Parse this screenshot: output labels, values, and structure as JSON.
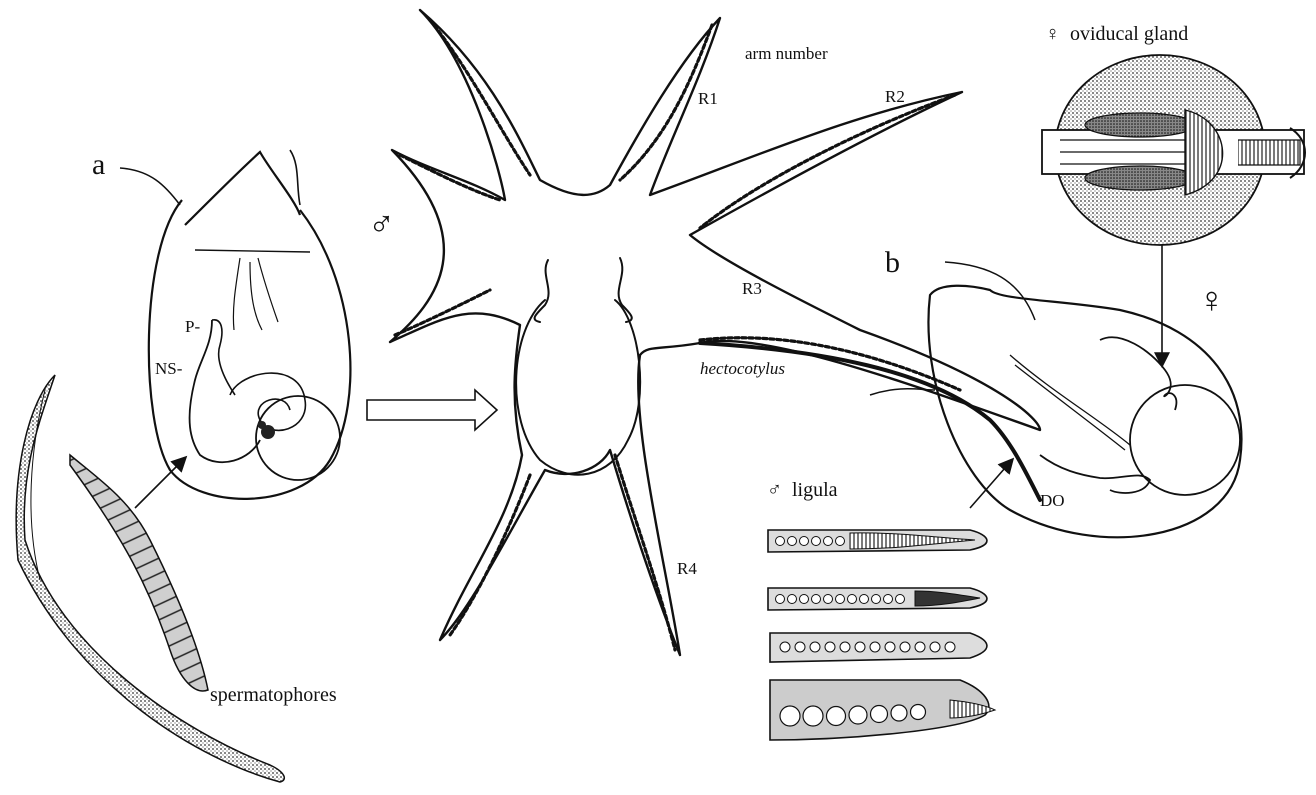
{
  "labels": {
    "panel_a": "a",
    "panel_b": "b",
    "male_symbol": "♂",
    "female_symbol": "♀",
    "arm_number": "arm number",
    "r1": "R1",
    "r2": "R2",
    "r3": "R3",
    "r4": "R4",
    "hectocotylus": "hectocotylus",
    "p": "P-",
    "ns": "NS-",
    "spermatophores": "spermatophores",
    "ligula": "♂  ligula",
    "oviducal_gland": "♀  oviducal gland",
    "do": "DO"
  }
}
